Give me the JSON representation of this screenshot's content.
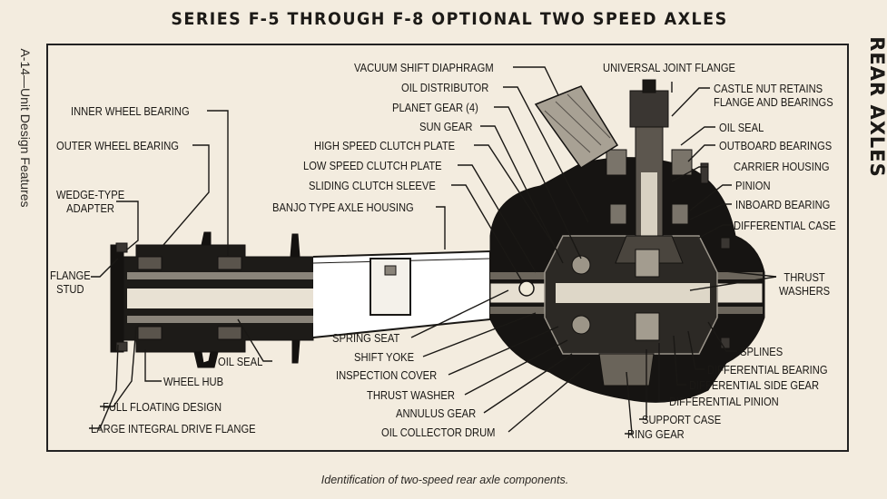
{
  "title": "SERIES F-5 THROUGH F-8 OPTIONAL TWO SPEED AXLES",
  "side_left": "A-14—Unit Design Features",
  "side_right": "REAR AXLES",
  "caption": "Identification of two-speed rear axle components.",
  "labels": {
    "inner_wheel_bearing": "INNER WHEEL BEARING",
    "outer_wheel_bearing": "OUTER WHEEL BEARING",
    "wedge_type_adapter": "WEDGE-TYPE\nADAPTER",
    "flange_stud": "FLANGE\nSTUD",
    "oil_seal_left": "OIL SEAL",
    "wheel_hub": "WHEEL HUB",
    "full_floating_design": "FULL FLOATING DESIGN",
    "large_integral_drive_flange": "LARGE INTEGRAL DRIVE FLANGE",
    "vacuum_shift_diaphragm": "VACUUM SHIFT DIAPHRAGM",
    "oil_distributor": "OIL DISTRIBUTOR",
    "planet_gear": "PLANET GEAR (4)",
    "sun_gear": "SUN GEAR",
    "high_speed_clutch_plate": "HIGH SPEED CLUTCH PLATE",
    "low_speed_clutch_plate": "LOW SPEED CLUTCH PLATE",
    "sliding_clutch_sleeve": "SLIDING CLUTCH SLEEVE",
    "banjo_type_axle_housing": "BANJO TYPE AXLE HOUSING",
    "universal_joint_flange": "UNIVERSAL JOINT FLANGE",
    "castle_nut": "CASTLE NUT RETAINS\nFLANGE AND BEARINGS",
    "oil_seal_right": "OIL SEAL",
    "outboard_bearings": "OUTBOARD BEARINGS",
    "carrier_housing": "CARRIER HOUSING",
    "pinion": "PINION",
    "inboard_bearing": "INBOARD BEARING",
    "differential_case": "DIFFERENTIAL CASE",
    "thrust_washers": "THRUST\nWASHERS",
    "spring_seat": "SPRING SEAT",
    "shift_yoke": "SHIFT YOKE",
    "inspection_cover": "INSPECTION COVER",
    "thrust_washer": "THRUST WASHER",
    "annulus_gear": "ANNULUS GEAR",
    "oil_collector_drum": "OIL COLLECTOR DRUM",
    "splines": "SPLINES",
    "differential_bearing": "DIFFERENTIAL BEARING",
    "differential_side_gear": "DIFFERENTIAL SIDE GEAR",
    "differential_pinion": "DIFFERENTIAL PINION",
    "support_case": "SUPPORT CASE",
    "ring_gear": "RING GEAR"
  }
}
